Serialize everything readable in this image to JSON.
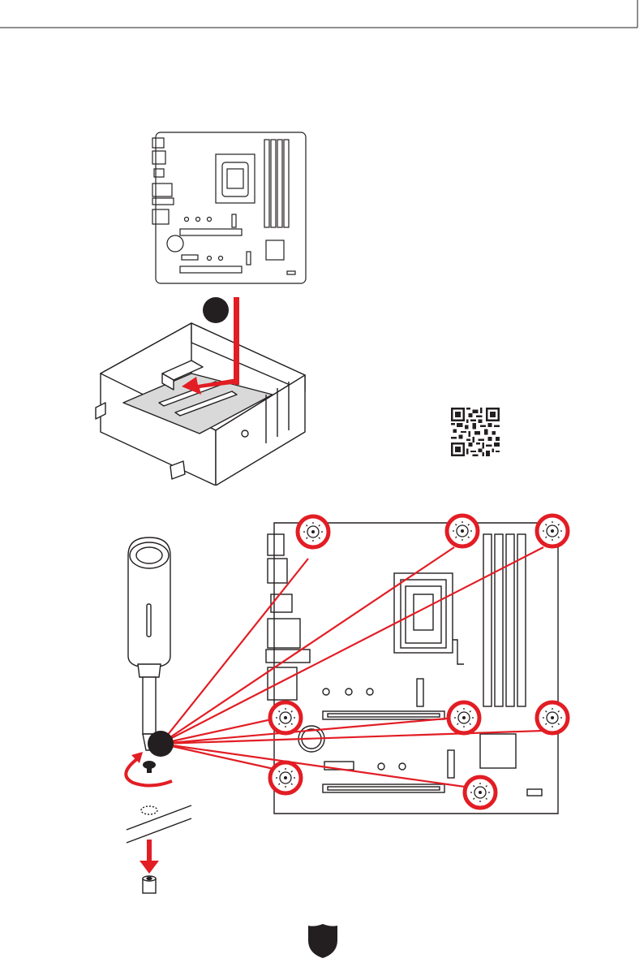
{
  "page": {
    "accent_color": "#e21d24",
    "line_color": "#231f20",
    "board_fill": "#d9d9d9"
  },
  "figure_top": {
    "motherboard_outline": "motherboard-top-view",
    "case_illustration": "case-with-io-shield",
    "step_marker_color": "#231f20"
  },
  "qr_code": {
    "icon": "qr-code-icon"
  },
  "figure_bottom": {
    "screw_hole_count": 8,
    "tool": "screwdriver-icon",
    "screw": "screw-icon",
    "standoff": "standoff-icon"
  },
  "footer": {
    "icon": "shield-logo-icon"
  }
}
